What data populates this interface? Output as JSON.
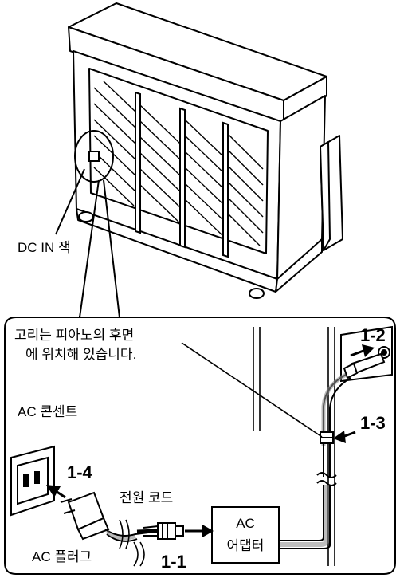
{
  "labels": {
    "dc_in_jack": "DC IN 잭",
    "hook_note_line1": "고리는 피아노의 후면",
    "hook_note_line2": "에 위치해 있습니다.",
    "ac_outlet": "AC 콘센트",
    "ac_plug": "AC 플러그",
    "power_cord": "전원 코드",
    "adapter_line1": "AC",
    "adapter_line2": "어댑터"
  },
  "steps": {
    "s1_1": "1-1",
    "s1_2": "1-2",
    "s1_3": "1-3",
    "s1_4": "1-4"
  }
}
